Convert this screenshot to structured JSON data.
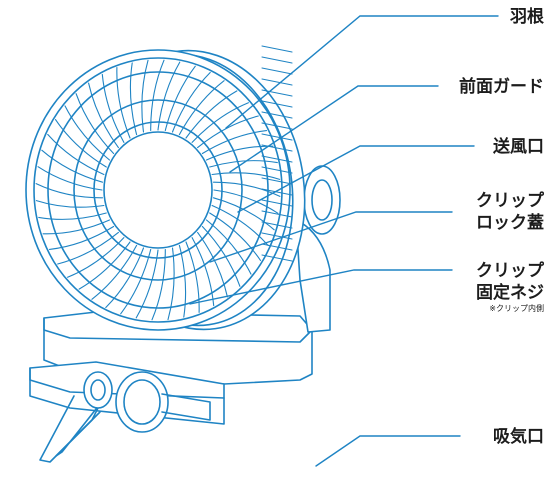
{
  "colors": {
    "line": "#1f84c4",
    "fill": "#ffffff",
    "text": "#1c1c1c"
  },
  "parts": {
    "blade": {
      "label": "羽根"
    },
    "front_guard": {
      "label": "前面ガード"
    },
    "air_outlet": {
      "label": "送風口"
    },
    "clip_lock_cover": {
      "line1": "クリップ",
      "line2": "ロック蓋"
    },
    "clip_screw": {
      "line1": "クリップ",
      "line2": "固定ネジ",
      "note": "※クリップ内側"
    },
    "air_intake": {
      "label": "吸気口"
    }
  }
}
